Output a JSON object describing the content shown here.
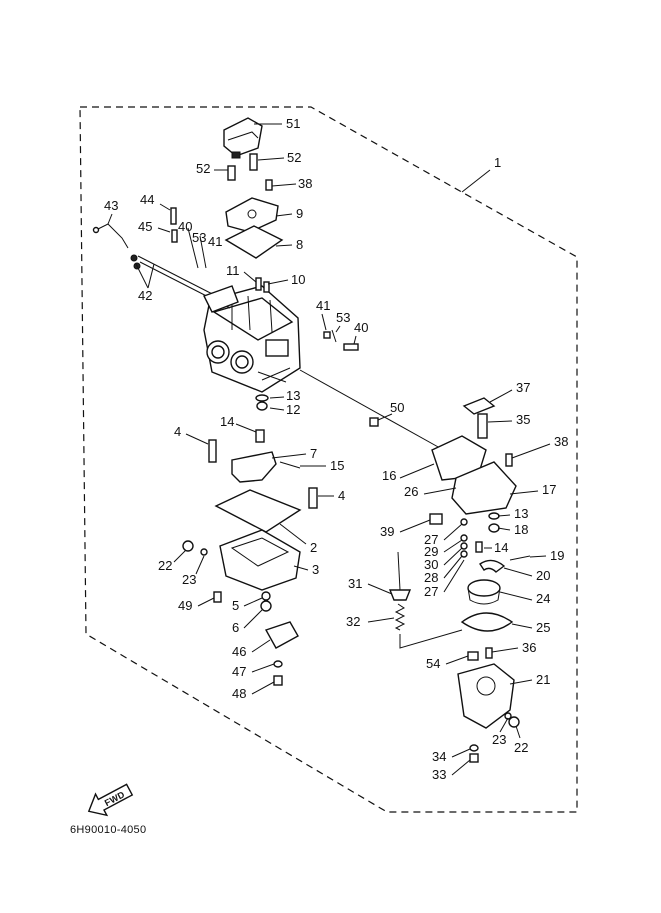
{
  "diagram": {
    "drawing_code": "6H90010-4050",
    "direction_label": "FWD",
    "callouts": [
      "1",
      "2",
      "3",
      "4",
      "5",
      "6",
      "7",
      "8",
      "9",
      "10",
      "11",
      "12",
      "13",
      "14",
      "15",
      "16",
      "17",
      "18",
      "19",
      "20",
      "21",
      "22",
      "23",
      "24",
      "25",
      "26",
      "27",
      "28",
      "29",
      "30",
      "31",
      "32",
      "33",
      "34",
      "35",
      "36",
      "37",
      "38",
      "39",
      "40",
      "41",
      "42",
      "43",
      "44",
      "45",
      "46",
      "47",
      "48",
      "49",
      "50",
      "51",
      "52",
      "53",
      "54"
    ]
  }
}
